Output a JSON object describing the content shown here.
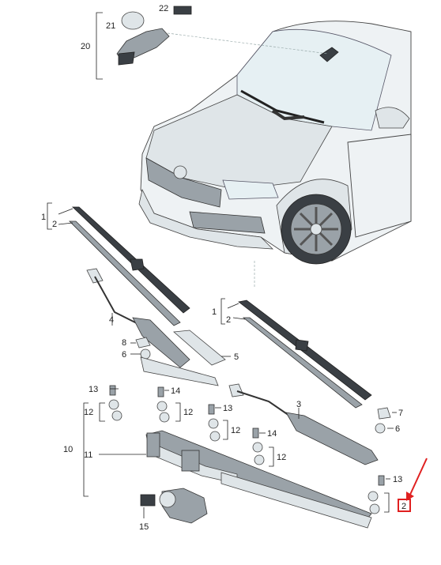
{
  "labels": {
    "p1a": "1",
    "p2a": "2",
    "p1b": "1",
    "p2b": "2",
    "p3": "3",
    "p4": "4",
    "p5": "5",
    "p6a": "6",
    "p6b": "6",
    "p7": "7",
    "p8": "8",
    "p10": "10",
    "p11": "11",
    "p12a": "12",
    "p12b": "12",
    "p12c": "12",
    "p12d": "12",
    "p13a": "13",
    "p13b": "13",
    "p13c": "13",
    "p14a": "14",
    "p14b": "14",
    "p15": "15",
    "p20": "20",
    "p21": "21",
    "p22": "22",
    "pZ": "2"
  },
  "colors": {
    "highlight": "#e02020",
    "line": "#222222",
    "part_fill": "#eef2f4"
  }
}
